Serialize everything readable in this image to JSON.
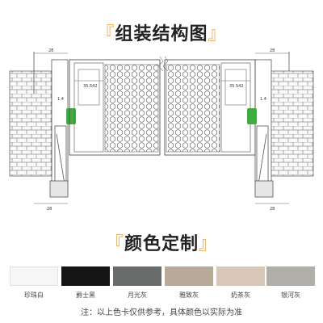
{
  "sections": {
    "structure_title": "组装结构图",
    "color_title": "颜色定制"
  },
  "diagram": {
    "top_dim_left": "28",
    "top_dim_right": "28",
    "bottom_dim_left": "28",
    "bottom_dim_right": "28",
    "inner_dim_left": "35.542",
    "inner_dim_right": "35.542",
    "gap_dim_left": "1.4",
    "gap_dim_right": "1.4"
  },
  "colors": [
    {
      "name": "珍珠白",
      "hex": "#f6f6f6"
    },
    {
      "name": "爵士黑",
      "hex": "#141414"
    },
    {
      "name": "月光灰",
      "hex": "#6a6b6b"
    },
    {
      "name": "雅致灰",
      "hex": "#b8aa98"
    },
    {
      "name": "奶茶灰",
      "hex": "#d8c6b7"
    },
    {
      "name": "银河灰",
      "hex": "#b2afa9"
    }
  ],
  "note": "注：以上色卡仅供参考，具体颜色以实际为准"
}
